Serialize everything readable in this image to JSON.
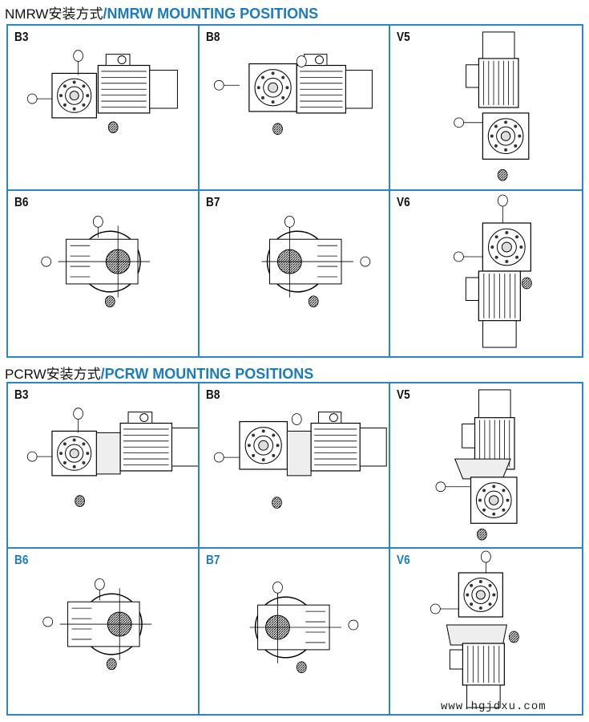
{
  "sections": [
    {
      "title_cn": "NMRW安装方式",
      "title_en": "/NMRW MOUNTING POSITIONS",
      "cells": [
        {
          "label": "B3",
          "kind": "h1"
        },
        {
          "label": "B8",
          "kind": "h2"
        },
        {
          "label": "V5",
          "kind": "vup"
        },
        {
          "label": "B6",
          "kind": "e1"
        },
        {
          "label": "B7",
          "kind": "e2"
        },
        {
          "label": "V6",
          "kind": "vdn"
        }
      ]
    },
    {
      "title_cn": "PCRW安装方式",
      "title_en": "/PCRW MOUNTING POSITIONS",
      "cells": [
        {
          "label": "B3",
          "kind": "h1"
        },
        {
          "label": "B8",
          "kind": "h2"
        },
        {
          "label": "V5",
          "kind": "vup"
        },
        {
          "label": "B6",
          "kind": "e1",
          "blue": true
        },
        {
          "label": "B7",
          "kind": "e2",
          "blue": true
        },
        {
          "label": "V6",
          "kind": "vdn",
          "blue": true
        }
      ]
    }
  ],
  "watermark": "www.hgjdxu.com",
  "colors": {
    "accent": "#1a7bc0",
    "border": "#2a86c8"
  }
}
